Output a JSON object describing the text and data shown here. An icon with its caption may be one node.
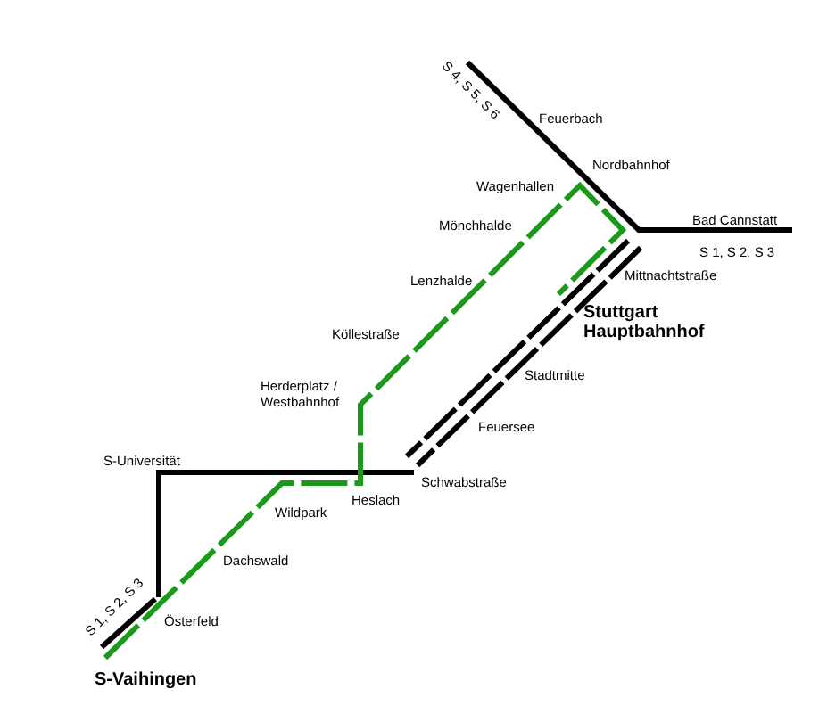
{
  "diagram": {
    "labels": [
      "S 4, S 5, S 6",
      "Feuerbach",
      "Nordbahnhof",
      "Wagenhallen",
      "Bad Cannstatt",
      "Mönchhalde",
      "S 1, S 2, S 3",
      "Mittnachtstraße",
      "Lenzhalde",
      "Stuttgart Hauptbahnhof",
      "Köllestraße",
      "Stadtmitte",
      "Herderplatz / Westbahnhof",
      "Feuersee",
      "S-Universität",
      "Schwabstraße",
      "Wildpark",
      "Heslach",
      "Dachswald",
      "S 1, S 2, S 3",
      "Österfeld",
      "S-Vaihingen"
    ]
  }
}
